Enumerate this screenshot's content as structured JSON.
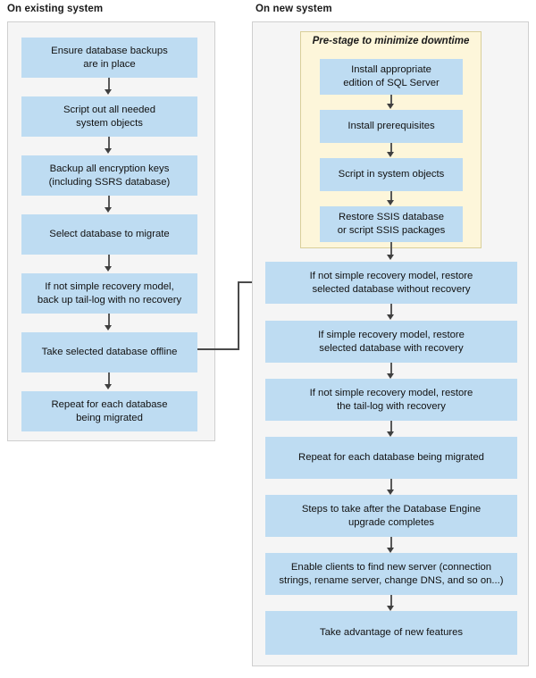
{
  "columns": {
    "existing": {
      "title": "On existing system",
      "steps": [
        {
          "line1": "Ensure database backups",
          "line2": "are in place"
        },
        {
          "line1": "Script out all needed",
          "line2": "system objects"
        },
        {
          "line1": "Backup all encryption keys",
          "line2": "(including SSRS database)"
        },
        {
          "line1": "Select database to migrate",
          "line2": ""
        },
        {
          "line1": "If not simple recovery model,",
          "line2": "back up tail-log with no recovery"
        },
        {
          "line1": "Take selected database offline",
          "line2": ""
        },
        {
          "line1": "Repeat for each database",
          "line2": "being migrated"
        }
      ]
    },
    "new": {
      "title": "On new system",
      "prestage": {
        "label": "Pre-stage to minimize downtime",
        "steps": [
          {
            "line1": "Install appropriate",
            "line2": "edition of SQL Server"
          },
          {
            "line1": "Install prerequisites",
            "line2": ""
          },
          {
            "line1": "Script in system objects",
            "line2": ""
          },
          {
            "line1": "Restore SSIS database",
            "line2": "or script SSIS packages"
          }
        ]
      },
      "steps": [
        {
          "line1": "If not simple recovery model, restore",
          "line2": "selected database without recovery"
        },
        {
          "line1": "If simple recovery model, restore",
          "line2": "selected database with recovery"
        },
        {
          "line1": "If not simple recovery model, restore",
          "line2": "the tail-log with recovery"
        },
        {
          "line1": "Repeat for each database being migrated",
          "line2": ""
        },
        {
          "line1": "Steps to take after the Database Engine",
          "line2": "upgrade completes"
        },
        {
          "line1": "Enable clients to find new server (connection",
          "line2": "strings, rename server, change DNS, and so on...)"
        },
        {
          "line1": "Take advantage of new features",
          "line2": ""
        }
      ]
    }
  },
  "colors": {
    "node_fill": "#bedcf2",
    "panel_fill": "#f5f5f5",
    "panel_border": "#cfcfcf",
    "group_fill": "#fdf6da",
    "group_border": "#d9cf9a",
    "connector": "#4a4a4a",
    "text": "#111111"
  }
}
